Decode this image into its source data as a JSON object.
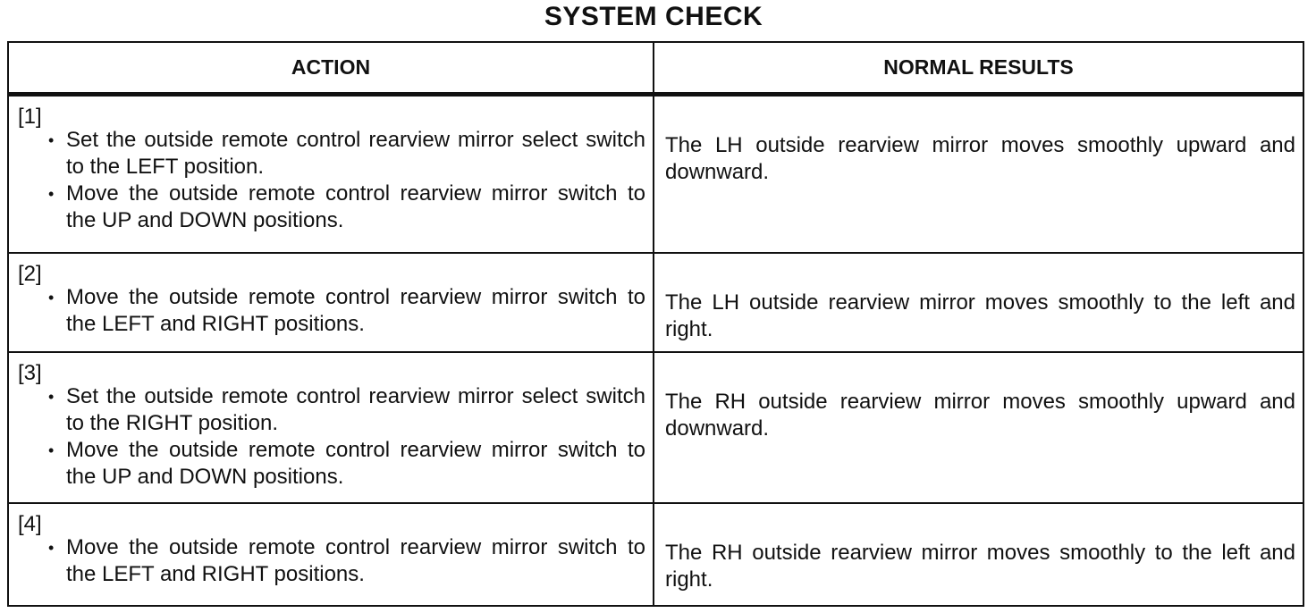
{
  "title": "SYSTEM CHECK",
  "table": {
    "headers": [
      "ACTION",
      "NORMAL RESULTS"
    ],
    "rows": [
      {
        "step": "[1]",
        "actions": [
          "Set the outside remote control rearview mirror select switch to the LEFT position.",
          "Move the outside remote control rearview mirror switch to the UP and DOWN positions."
        ],
        "result": "The LH outside rearview mirror moves smoothly upward and downward."
      },
      {
        "step": "[2]",
        "actions": [
          "Move the outside remote control rearview mirror switch to the LEFT and RIGHT positions."
        ],
        "result": "The LH outside rearview mirror moves smoothly to the left and right."
      },
      {
        "step": "[3]",
        "actions": [
          "Set the outside remote control rearview mirror select switch to the RIGHT position.",
          "Move the outside remote control rearview mirror switch to the UP and DOWN positions."
        ],
        "result": "The RH outside rearview mirror moves smoothly upward and downward."
      },
      {
        "step": "[4]",
        "actions": [
          "Move the outside remote control rearview mirror switch to the LEFT and RIGHT positions."
        ],
        "result": "The RH outside rearview mirror moves smoothly to the left and right."
      }
    ]
  }
}
